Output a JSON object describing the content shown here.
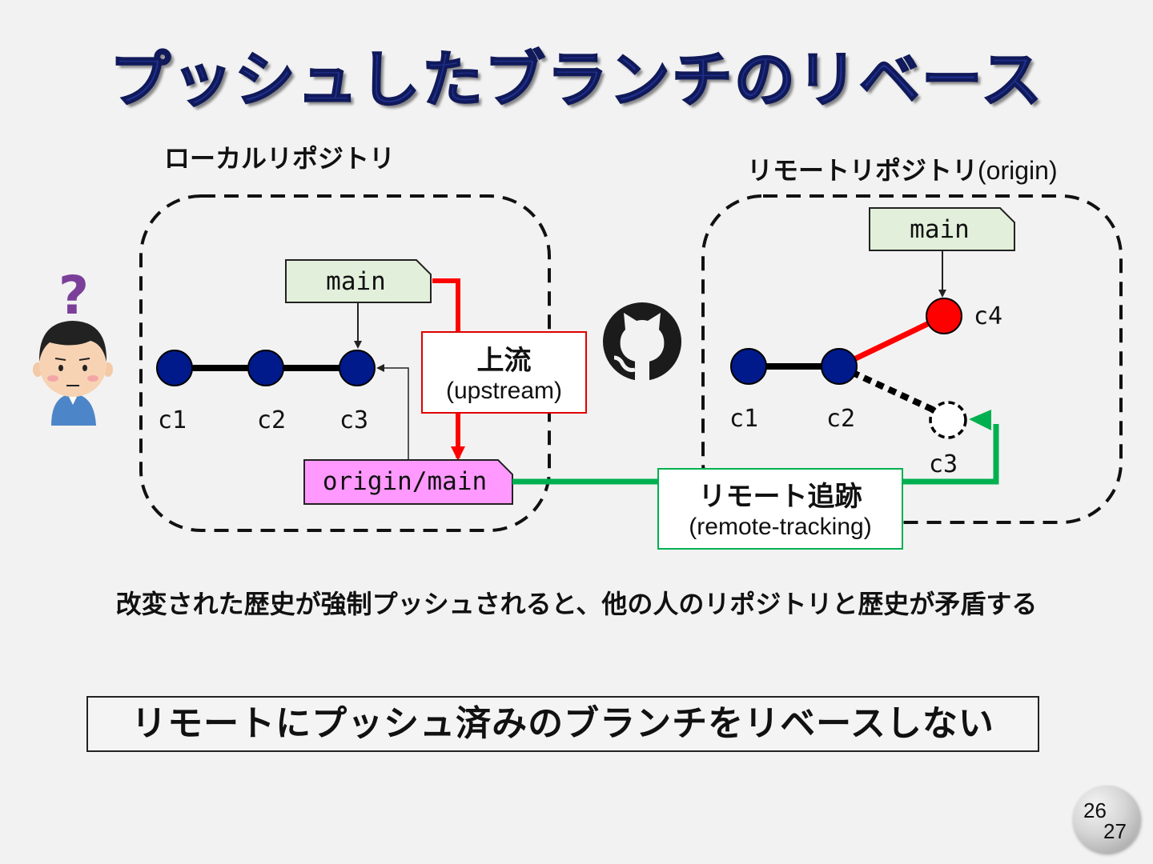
{
  "slide": {
    "title": "プッシュしたブランチのリベース",
    "local": {
      "label": "ローカルリポジトリ",
      "commits": [
        "c1",
        "c2",
        "c3"
      ],
      "main_ref": "main",
      "origin_ref": "origin/main"
    },
    "remote": {
      "label_jp": "リモートリポジトリ",
      "label_en": "(origin)",
      "commits": [
        "c1",
        "c2",
        "c3",
        "c4"
      ],
      "main_ref": "main"
    },
    "upstream_box": {
      "jp": "上流",
      "en": "(upstream)"
    },
    "tracking_box": {
      "jp": "リモート追跡",
      "en": "(remote-tracking)"
    },
    "caption": "改変された歴史が強制プッシュされると、他の人のリポジトリと歴史が矛盾する",
    "rule": "リモートにプッシュ済みのブランチをリベースしない",
    "page": {
      "current": "26",
      "total": "27"
    }
  },
  "colors": {
    "title": "#1f2f8c",
    "commit_node": "#001a8c",
    "new_commit": "#ff0000",
    "upstream_line": "#ff0000",
    "tracking_line": "#00b050",
    "main_ref_fill": "#e2efda",
    "origin_ref_fill": "#ff99ff"
  },
  "icons": [
    "person-question-icon",
    "github-octocat-icon"
  ]
}
